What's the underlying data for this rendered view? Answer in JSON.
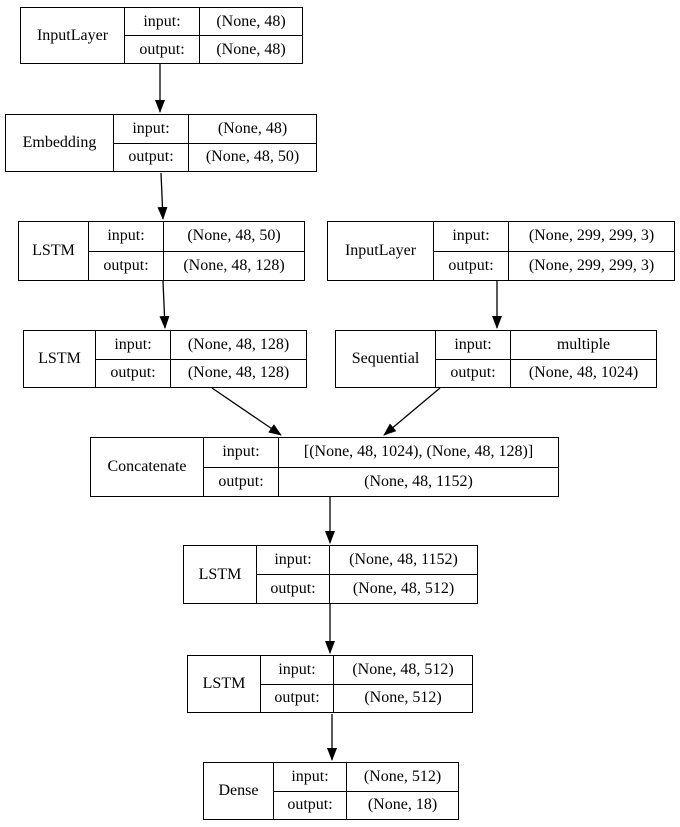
{
  "diagram": {
    "title": "model-architecture-graph",
    "background_color": "#ffffff",
    "line_color": "#000000",
    "io_labels": {
      "input": "input:",
      "output": "output:"
    },
    "nodes": [
      {
        "id": "input_layer_1",
        "label": "InputLayer",
        "input": "(None, 48)",
        "output": "(None, 48)"
      },
      {
        "id": "embedding",
        "label": "Embedding",
        "input": "(None, 48)",
        "output": "(None, 48, 50)"
      },
      {
        "id": "lstm_1",
        "label": "LSTM",
        "input": "(None, 48, 50)",
        "output": "(None, 48, 128)"
      },
      {
        "id": "lstm_2",
        "label": "LSTM",
        "input": "(None, 48, 128)",
        "output": "(None, 48, 128)"
      },
      {
        "id": "input_layer_2",
        "label": "InputLayer",
        "input": "(None, 299, 299, 3)",
        "output": "(None, 299, 299, 3)"
      },
      {
        "id": "sequential",
        "label": "Sequential",
        "input": "multiple",
        "output": "(None, 48, 1024)"
      },
      {
        "id": "concatenate",
        "label": "Concatenate",
        "input": "[(None, 48, 1024), (None, 48, 128)]",
        "output": "(None, 48, 1152)"
      },
      {
        "id": "lstm_3",
        "label": "LSTM",
        "input": "(None, 48, 1152)",
        "output": "(None, 48, 512)"
      },
      {
        "id": "lstm_4",
        "label": "LSTM",
        "input": "(None, 48, 512)",
        "output": "(None, 512)"
      },
      {
        "id": "dense",
        "label": "Dense",
        "input": "(None, 512)",
        "output": "(None, 18)"
      }
    ],
    "edges": [
      {
        "from": "input_layer_1",
        "to": "embedding"
      },
      {
        "from": "embedding",
        "to": "lstm_1"
      },
      {
        "from": "lstm_1",
        "to": "lstm_2"
      },
      {
        "from": "lstm_2",
        "to": "concatenate"
      },
      {
        "from": "input_layer_2",
        "to": "sequential"
      },
      {
        "from": "sequential",
        "to": "concatenate"
      },
      {
        "from": "concatenate",
        "to": "lstm_3"
      },
      {
        "from": "lstm_3",
        "to": "lstm_4"
      },
      {
        "from": "lstm_4",
        "to": "dense"
      }
    ]
  }
}
